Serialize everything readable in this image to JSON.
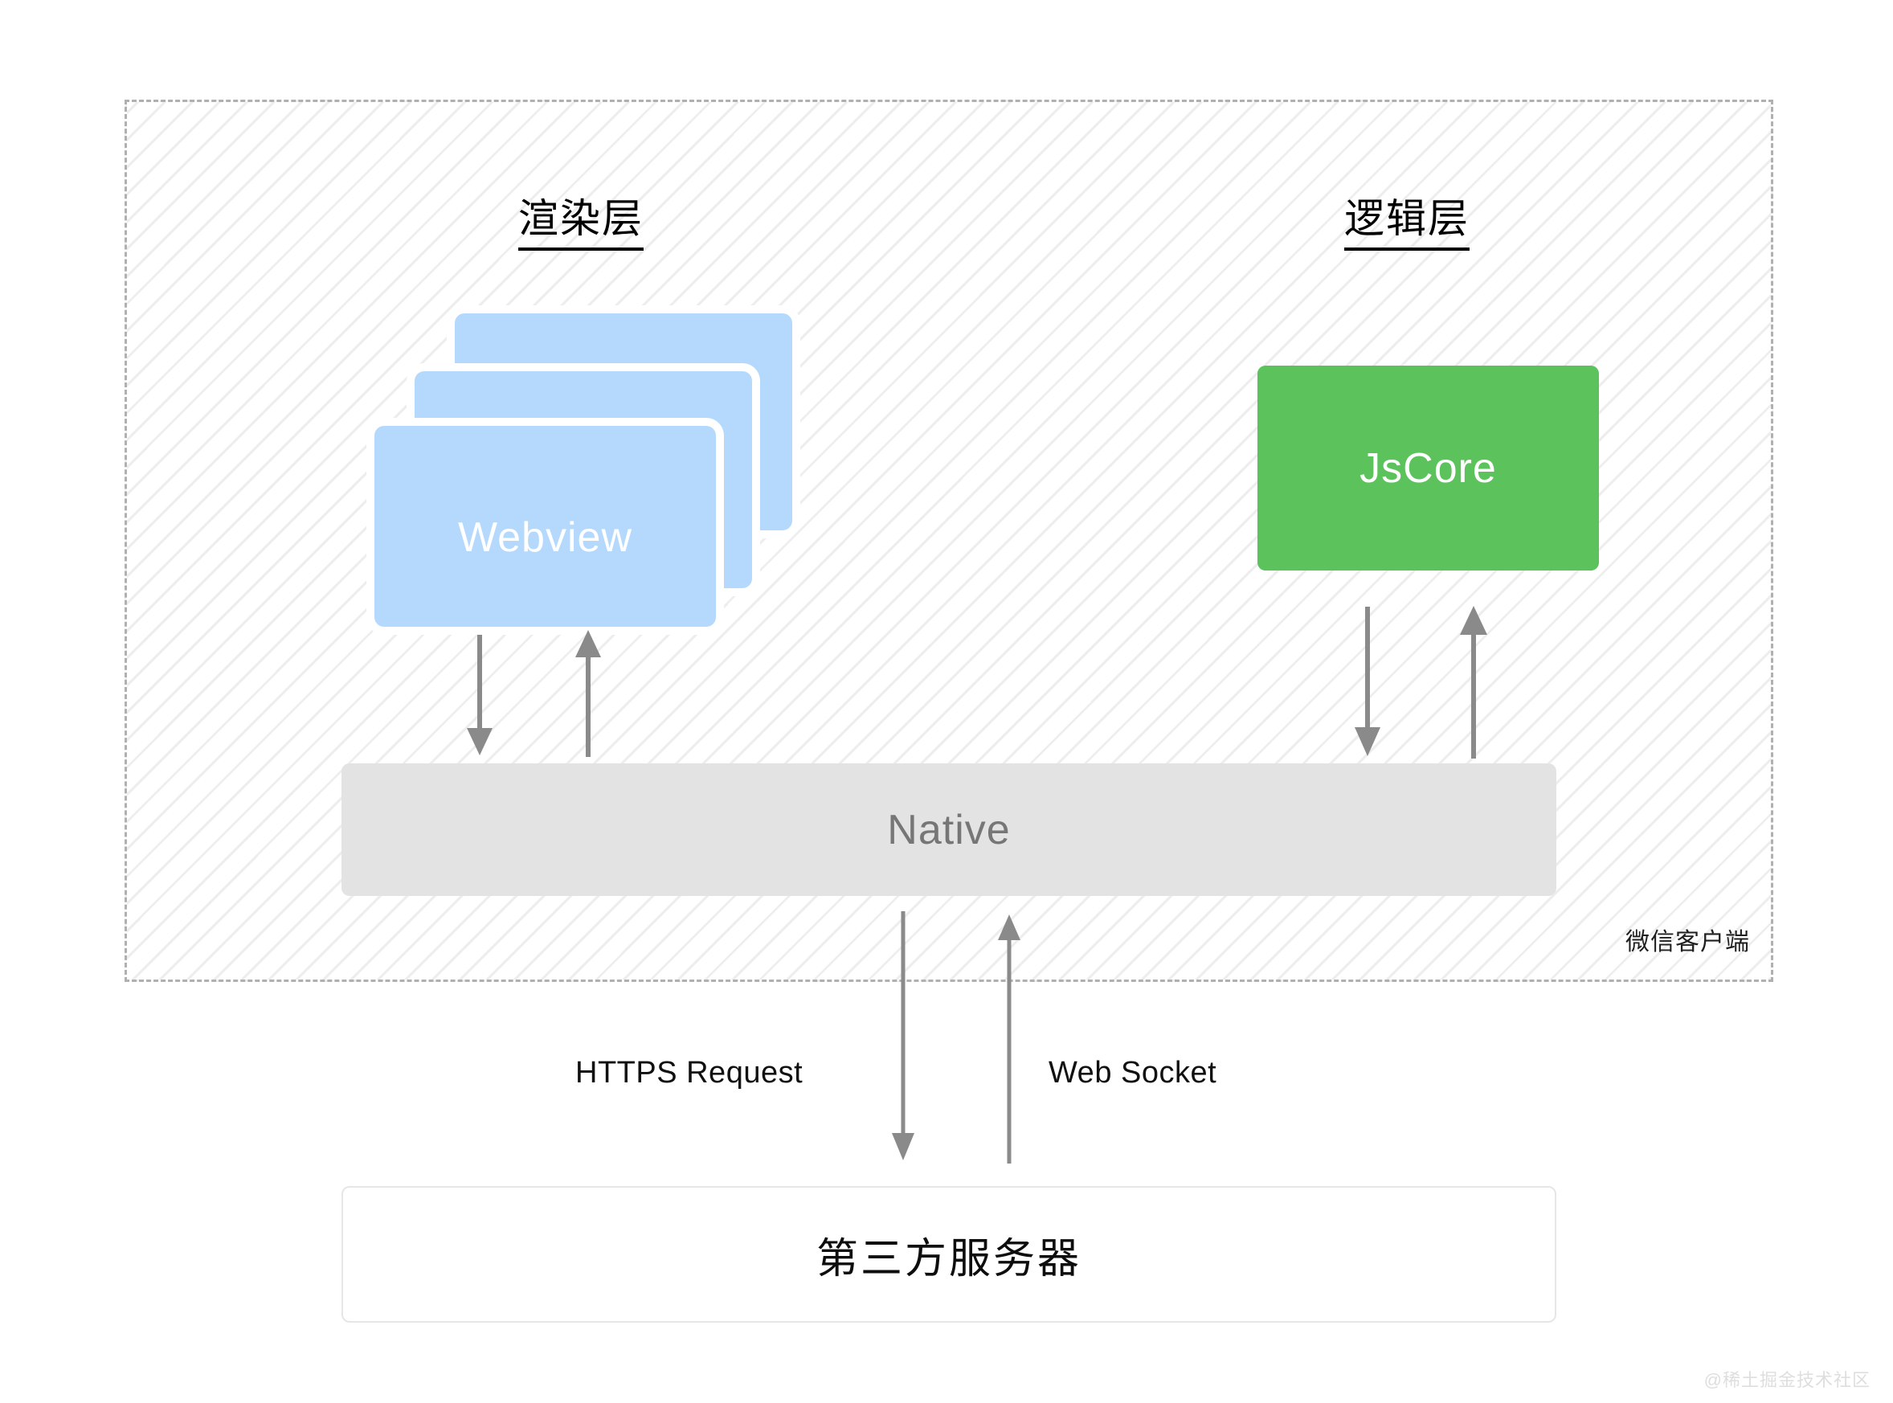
{
  "diagram": {
    "title_render_layer": "渲染层",
    "title_logic_layer": "逻辑层",
    "client_container_label": "微信客户端",
    "webview_label": "Webview",
    "jscore_label": "JsCore",
    "native_label": "Native",
    "server_label": "第三方服务器",
    "https_label": "HTTPS Request",
    "websocket_label": "Web Socket",
    "watermark": "@稀土掘金技术社区"
  },
  "colors": {
    "webview_card": "#b4d9fd",
    "jscore_box": "#5cc25c",
    "native_bar": "#e3e3e3",
    "native_text": "#767676",
    "arrow": "#8a8a8a",
    "dashed_border": "#b0b0b0",
    "hatch_stripe": "#ededed",
    "server_border": "#e6e6e6",
    "watermark": "#dedede"
  },
  "arrows": [
    {
      "name": "webview-to-native",
      "direction": "down"
    },
    {
      "name": "native-to-webview",
      "direction": "up"
    },
    {
      "name": "jscore-to-native",
      "direction": "down"
    },
    {
      "name": "native-to-jscore",
      "direction": "up"
    },
    {
      "name": "native-to-server-https",
      "direction": "down"
    },
    {
      "name": "server-to-native-websocket",
      "direction": "up"
    }
  ]
}
